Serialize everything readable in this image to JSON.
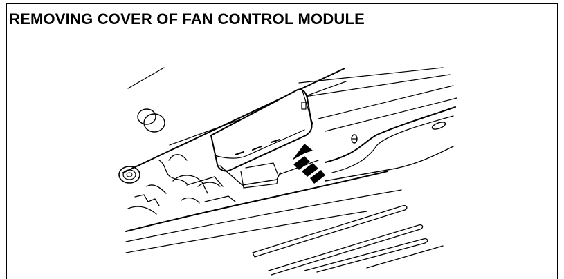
{
  "figure": {
    "title": "REMOVING COVER OF FAN CONTROL MODULE",
    "icons": [
      "fan-control-module-cover",
      "push-direction-arrow",
      "mounting-hole",
      "bolt"
    ],
    "colors": {
      "line": "#000000",
      "background": "#ffffff"
    }
  }
}
